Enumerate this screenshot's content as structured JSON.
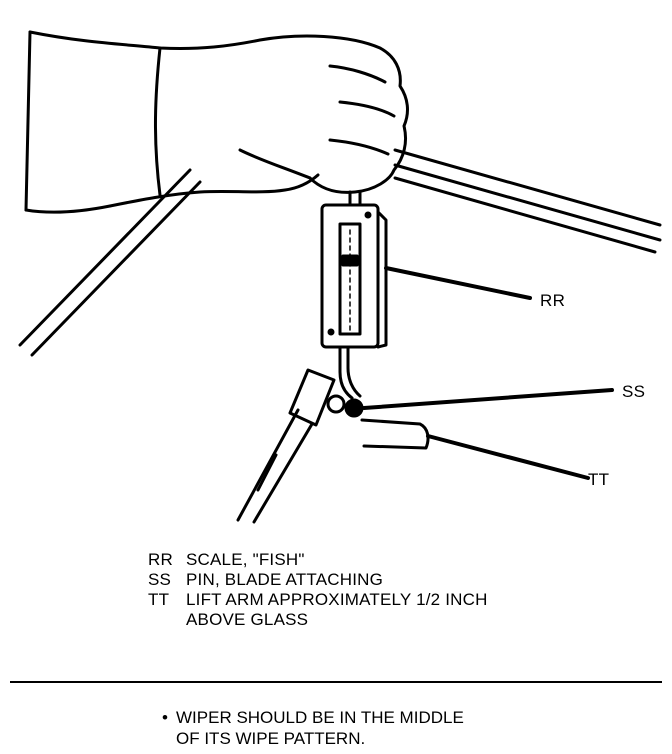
{
  "callouts": {
    "rr": "RR",
    "ss": "SS",
    "tt": "TT"
  },
  "legend": [
    {
      "key": "RR",
      "desc": "SCALE, \"FISH\""
    },
    {
      "key": "SS",
      "desc": "PIN, BLADE ATTACHING"
    },
    {
      "key": "TT",
      "desc": "LIFT ARM APPROXIMATELY 1/2 INCH\nABOVE GLASS"
    }
  ],
  "note": {
    "bullet": "•",
    "text": "WIPER SHOULD BE IN THE MIDDLE\nOF ITS WIPE PATTERN."
  }
}
